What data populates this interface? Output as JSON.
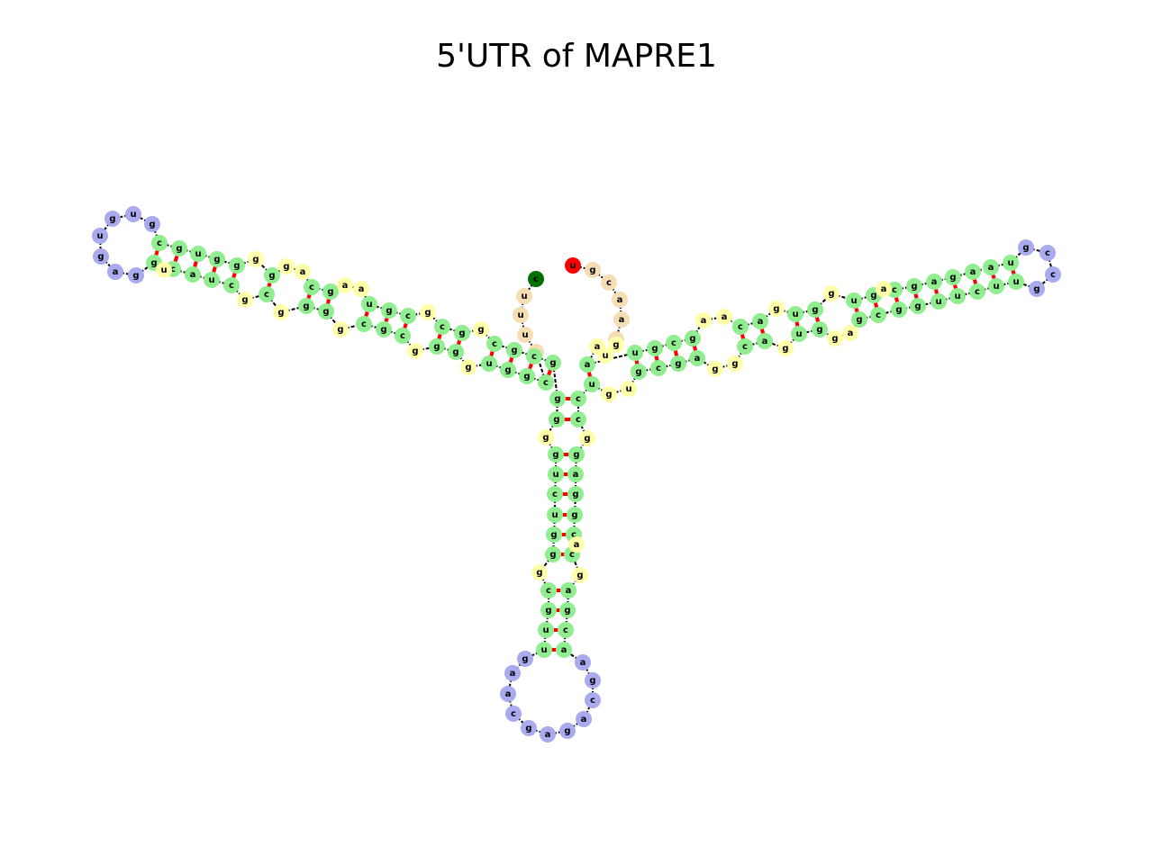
{
  "title": "5'UTR of MAPRE1",
  "colors": {
    "stem": "#90ee90",
    "loop": "#aaaaee",
    "interior": "#ffffaa",
    "unpaired": "#f5deb3",
    "five_prime": "#007000",
    "three_prime": "#ff0000",
    "backbone": "#000000",
    "basepair": "#ff0000"
  },
  "structure": {
    "center_junction": {
      "five_prime_end": "c",
      "three_prime_end": "u",
      "five_prime_tail": [
        "u",
        "u",
        "u",
        "a"
      ],
      "three_prime_tail": [
        "g",
        "c",
        "a",
        "a",
        "c"
      ]
    },
    "bottom_arm": {
      "left_strand": [
        "g",
        "g",
        "g",
        "u",
        "c",
        "u",
        "g",
        "g",
        "c",
        "g",
        "u",
        "u",
        "u"
      ],
      "right_strand": [
        "c",
        "c",
        "g",
        "a",
        "g",
        "g",
        "c",
        "c",
        "a",
        "g",
        "c",
        "a",
        "g",
        "a"
      ],
      "hairpin_loop": [
        "g",
        "a",
        "a",
        "c",
        "g",
        "a",
        "g",
        "a",
        "c",
        "g",
        "a"
      ]
    },
    "left_arm": {
      "paired_5": [
        "c",
        "g",
        "u",
        "g",
        "g",
        "g",
        "c",
        "g",
        "u",
        "g",
        "c",
        "c",
        "g",
        "c",
        "g"
      ],
      "paired_3": [
        "g",
        "c",
        "a",
        "u",
        "c",
        "c",
        "g",
        "g",
        "c",
        "g",
        "c",
        "g",
        "g",
        "u",
        "g"
      ],
      "interior": [
        "g",
        "a",
        "a",
        "a",
        "g",
        "g",
        "g",
        "g",
        "u"
      ],
      "hairpin_loop": [
        "g",
        "u",
        "g",
        "u",
        "g",
        "a",
        "g"
      ]
    },
    "right_arm": {
      "paired_5": [
        "a",
        "u",
        "g",
        "c",
        "g",
        "c",
        "a",
        "u",
        "g",
        "u",
        "g",
        "c",
        "g",
        "a",
        "g",
        "a"
      ],
      "paired_3": [
        "u",
        "g",
        "c",
        "g",
        "a",
        "c",
        "a",
        "u",
        "g",
        "g",
        "c",
        "g",
        "g",
        "u",
        "u",
        "c",
        "u"
      ],
      "interior": [
        "a",
        "a",
        "g",
        "g",
        "u",
        "g",
        "g",
        "a",
        "a"
      ],
      "hairpin_loop": [
        "g",
        "c",
        "c",
        "g"
      ]
    }
  }
}
